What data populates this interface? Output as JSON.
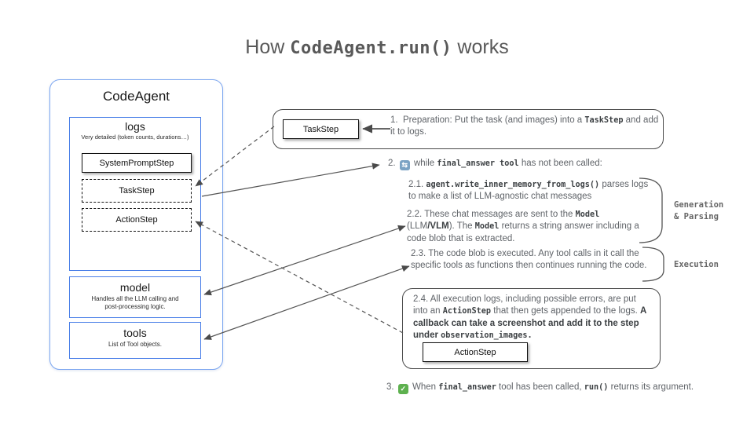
{
  "title": {
    "how": "How",
    "code": "CodeAgent.run()",
    "works": "works"
  },
  "agent": {
    "title": "CodeAgent",
    "logs": {
      "title": "logs",
      "subtitle": "Very detailed (token counts, durations…)",
      "system_prompt_step": "SystemPromptStep",
      "task_step": "TaskStep",
      "action_step": "ActionStep"
    },
    "model": {
      "title": "model",
      "subtitle_line1": "Handles all the LLM calling and",
      "subtitle_line2": "post-processing logic."
    },
    "tools": {
      "title": "tools",
      "subtitle": "List of Tool objects."
    }
  },
  "steps": {
    "s1": {
      "num": "1.",
      "box_label": "TaskStep",
      "t1": "Preparation: Put the task (and images) into a ",
      "c1": "TaskStep",
      "t2": " and add it to logs."
    },
    "s2": {
      "num": "2.",
      "icon": "⇆",
      "t1": "while ",
      "c1": "final_answer tool",
      "t2": " has not been called:"
    },
    "s21": {
      "num": "2.1.",
      "c1": "agent.write_inner_memory_from_logs()",
      "t1": " parses logs to make a list of LLM-agnostic chat messages"
    },
    "s22": {
      "num": "2.2.",
      "t1": "These chat messages are sent to the ",
      "c1": "Model",
      "t2": " (LLM",
      "b1": "/VLM",
      "t3": "). The ",
      "c2": "Model",
      "t4": "  returns a string answer including a code blob that is extracted."
    },
    "s23": {
      "num": "2.3.",
      "t1": "The code blob is executed. Any tool calls in it call the specific tools as functions then continues running the code."
    },
    "s24": {
      "num": "2.4.",
      "t1": "All execution logs, including possible errors, are put into an ",
      "c1": "ActionStep",
      "t2": " that then gets appended to the logs. ",
      "b1": "A callback can  take a screenshot and add it to the step under ",
      "c2": "observation_images.",
      "box_label": "ActionStep"
    },
    "s3": {
      "num": "3.",
      "icon": "✓",
      "t1": "When ",
      "c1": "final_answer",
      "t2": " tool has been called, ",
      "c2": "run()",
      "t3": " returns its argument."
    }
  },
  "side_labels": {
    "generation_line1": "Generation",
    "generation_line2": "& Parsing",
    "execution": "Execution"
  },
  "icons": {
    "loop_icon": "⇆",
    "check_icon": "✓"
  },
  "colors": {
    "panel_border": "#7da7f0",
    "inner_border": "#4a7fe8",
    "loop_icon_bg": "#7ba3c4",
    "check_icon_bg": "#5eb14f",
    "arrow": "#4a4a4a"
  }
}
